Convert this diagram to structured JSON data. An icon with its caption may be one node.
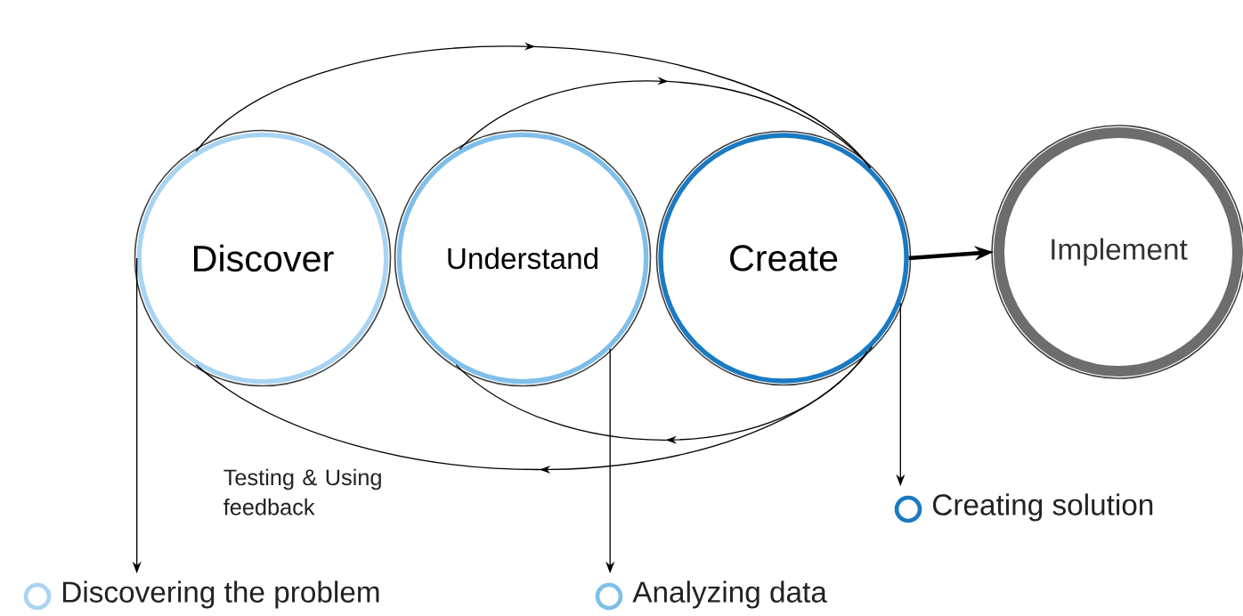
{
  "diagram": {
    "nodes": [
      {
        "text": [
          "Discover"
        ]
      },
      {
        "text": [
          "Understand"
        ]
      },
      {
        "text": [
          "Create"
        ]
      },
      {
        "text": [
          "Implement"
        ]
      },
      {
        "text": [
          "Discovering the problem"
        ]
      },
      {
        "text": [
          "Analyzing data"
        ]
      },
      {
        "text": [
          "Creating solution"
        ]
      }
    ],
    "edges": [
      {
        "from": 0,
        "to": 2,
        "arrow": "to"
      },
      {
        "from": 1,
        "to": 2,
        "arrow": "to"
      },
      {
        "from": 2,
        "to": 1,
        "arrow": "to"
      },
      {
        "from": 2,
        "to": 0,
        "arrow": "to"
      },
      {
        "from": 2,
        "to": 3,
        "arrow": "to",
        "style": "thick"
      },
      {
        "from": 0,
        "to": 4,
        "arrow": "to"
      },
      {
        "from": 1,
        "to": 5,
        "arrow": "to"
      },
      {
        "from": 2,
        "to": 6,
        "arrow": "to"
      }
    ],
    "labels": [
      "Testing & Using feedback"
    ]
  }
}
